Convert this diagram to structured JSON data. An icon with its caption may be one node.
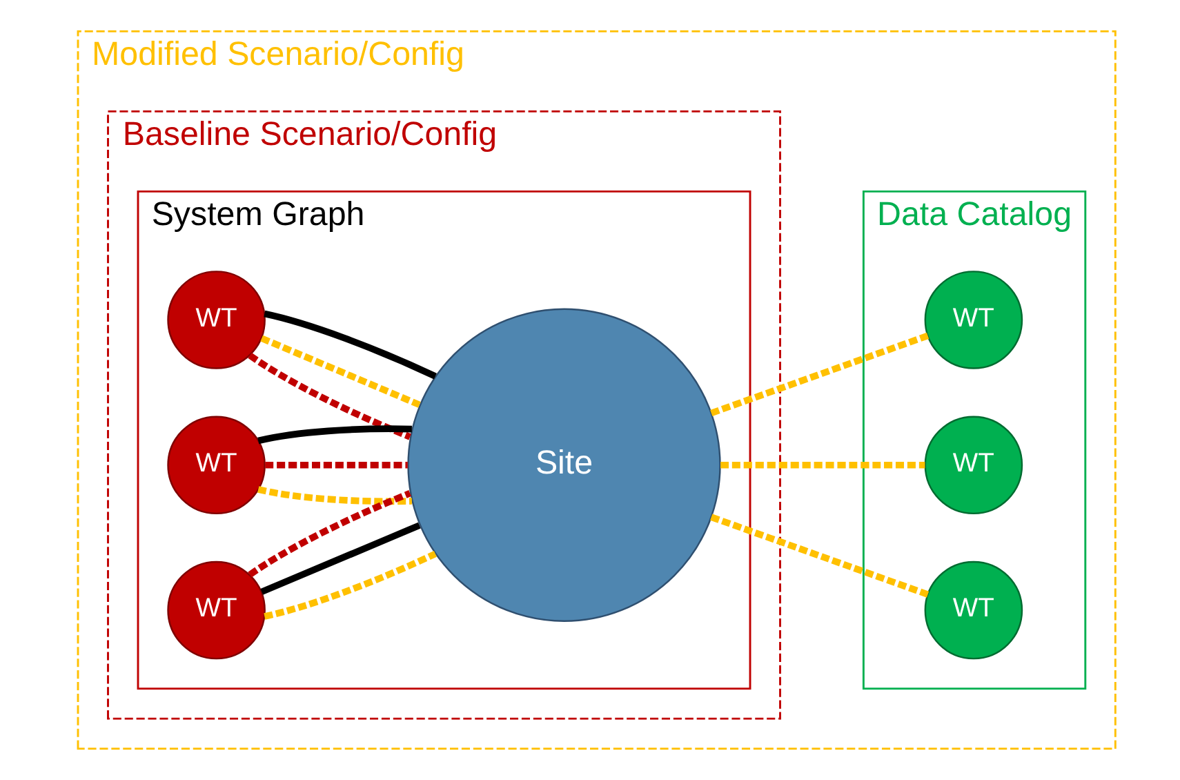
{
  "diagram": {
    "nodes": [
      {
        "text": [
          "Modified Scenario/Config"
        ]
      },
      {
        "text": [
          "Baseline Scenario/Config"
        ],
        "in": 0
      },
      {
        "text": [
          "System Graph"
        ],
        "in": 1
      },
      {
        "text": [
          "WT"
        ],
        "in": 2
      },
      {
        "text": [
          "WT"
        ],
        "in": 2
      },
      {
        "text": [
          "WT"
        ],
        "in": 2
      },
      {
        "text": [
          "Site"
        ],
        "in": 2
      },
      {
        "text": [
          "Data Catalog"
        ],
        "in": 0
      },
      {
        "text": [
          "WT"
        ],
        "in": 7
      },
      {
        "text": [
          "WT"
        ],
        "in": 7
      },
      {
        "text": [
          "WT"
        ],
        "in": 7
      }
    ],
    "edges": [
      {
        "from": 3,
        "to": 6,
        "arrow": "none",
        "style": "dashed",
        "color": "#c00000"
      },
      {
        "from": 3,
        "to": 6,
        "arrow": "none",
        "style": "dashed",
        "color": "#ffc000"
      },
      {
        "from": 3,
        "to": 6,
        "arrow": "none",
        "color": "#000000"
      },
      {
        "from": 4,
        "to": 6,
        "arrow": "none",
        "style": "dashed",
        "color": "#ffc000"
      },
      {
        "from": 4,
        "to": 6,
        "arrow": "none",
        "style": "dashed",
        "color": "#c00000"
      },
      {
        "from": 4,
        "to": 6,
        "arrow": "none",
        "color": "#000000"
      },
      {
        "from": 5,
        "to": 6,
        "arrow": "none",
        "style": "dashed",
        "color": "#ffc000"
      },
      {
        "from": 5,
        "to": 6,
        "arrow": "none",
        "color": "#000000"
      },
      {
        "from": 5,
        "to": 6,
        "arrow": "none",
        "style": "dashed",
        "color": "#c00000"
      },
      {
        "from": 6,
        "to": 8,
        "arrow": "none",
        "style": "dashed",
        "color": "#ffc000"
      },
      {
        "from": 6,
        "to": 9,
        "arrow": "none",
        "style": "dashed",
        "color": "#ffc000"
      },
      {
        "from": 6,
        "to": 10,
        "arrow": "none",
        "style": "dashed",
        "color": "#ffc000"
      }
    ]
  }
}
